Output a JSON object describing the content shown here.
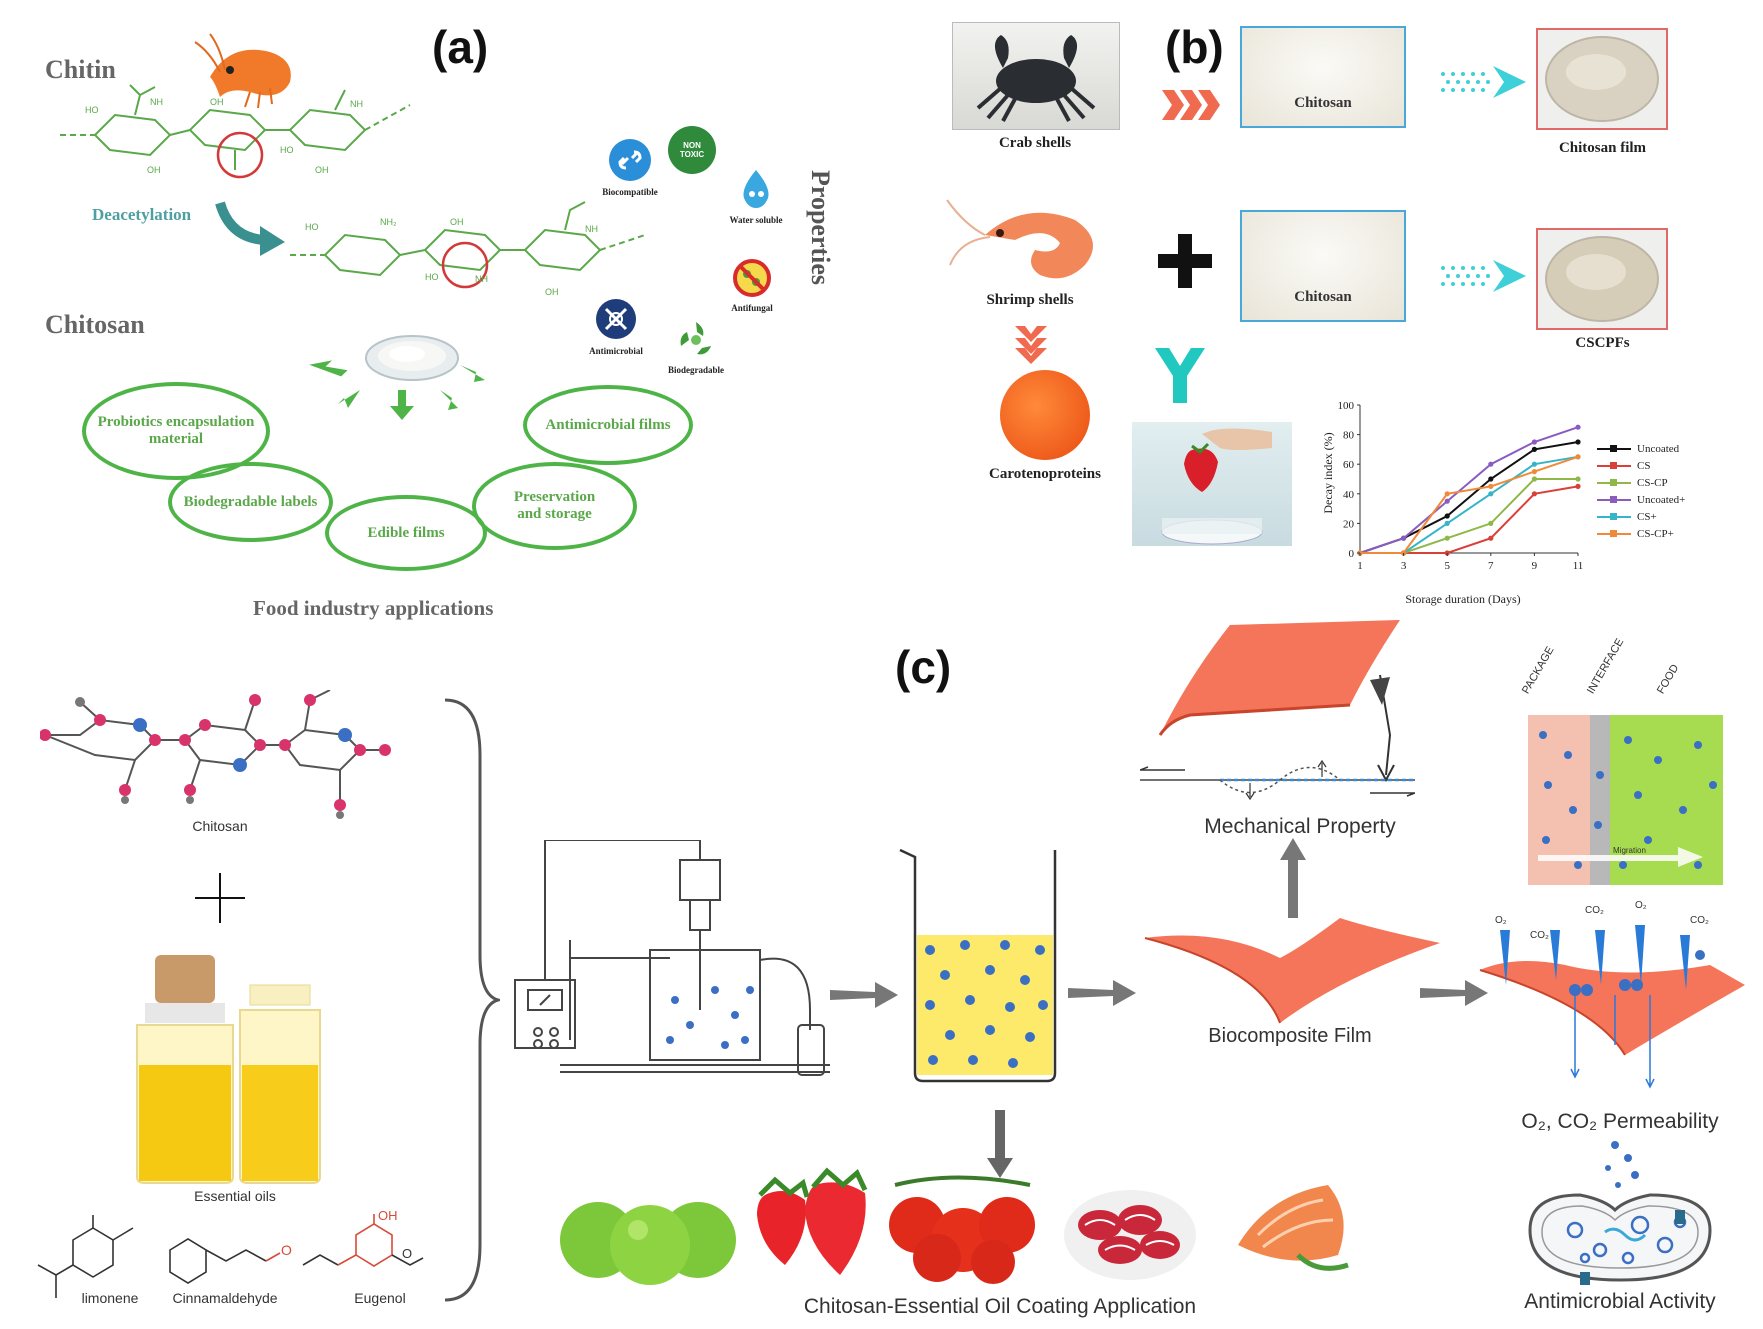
{
  "panels": {
    "a": "(a)",
    "b": "(b)",
    "c": "(c)"
  },
  "panel_a": {
    "chitin_title": "Chitin",
    "chitosan_title": "Chitosan",
    "deacetylation_label": "Deacetylation",
    "properties_title": "Properties",
    "properties": {
      "biocompatible": "Biocompatible",
      "non_toxic": "NON TOXIC",
      "water_soluble": "Water soluble",
      "antifungal": "Antifungal",
      "antimicrobial": "Antimicrobial",
      "biodegradable": "Biodegradable"
    },
    "applications": {
      "probiotics": "Probiotics encapsulation material",
      "antimicrobial_films": "Antimicrobial films",
      "biodegradable_labels": "Biodegradable labels",
      "edible_films": "Edible films",
      "preservation": "Preservation and storage"
    },
    "footer": "Food industry applications"
  },
  "panel_b": {
    "crab_shells": "Crab shells",
    "chitosan_powder_1": "Chitosan",
    "chitosan_film": "Chitosan film",
    "shrimp_shells": "Shrimp shells",
    "chitosan_powder_2": "Chitosan",
    "cscpfs": "CSCPFs",
    "carotenoproteins": "Carotenoproteins"
  },
  "panel_c": {
    "chitosan_label": "Chitosan",
    "essential_oils_label": "Essential oils",
    "compounds": {
      "limonene": "limonene",
      "cinnamaldehyde": "Cinnamaldehyde",
      "eugenol": "Eugenol"
    },
    "mechanical_property": "Mechanical Property",
    "biocomposite_film": "Biocomposite Film",
    "layers": {
      "package": "PACKAGE",
      "interface": "INTERFACE",
      "food": "FOOD",
      "migration": "Migration"
    },
    "permeability": "O₂, CO₂ Permeability",
    "gas_labels": {
      "o2": "O₂",
      "co2": "CO₂"
    },
    "antimicrobial_activity": "Antimicrobial Activity",
    "coating_application": "Chitosan-Essential Oil Coating Application"
  },
  "colors": {
    "green": "#4fb447",
    "teal_arrow": "#3aa0a0",
    "red_chevron": "#f06a4f",
    "film_orange": "#f4755a",
    "bead_blue": "#3a6fc4",
    "liquid_yellow": "#fde96a"
  },
  "chart_data": {
    "type": "line",
    "xlabel": "Storage duration (Days)",
    "ylabel": "Decay index (%)",
    "x": [
      1,
      3,
      5,
      7,
      9,
      11
    ],
    "xticks": [
      "1",
      "3",
      "5",
      "7",
      "9",
      "11"
    ],
    "yticks": [
      "0",
      "20",
      "40",
      "60",
      "80",
      "100"
    ],
    "xlim": [
      1,
      11
    ],
    "ylim": [
      0,
      100
    ],
    "legend_position": "right",
    "series": [
      {
        "name": "Uncoated",
        "color": "#111111",
        "values": [
          0,
          10,
          25,
          50,
          70,
          75
        ]
      },
      {
        "name": "CS",
        "color": "#d9403a",
        "values": [
          0,
          0,
          0,
          10,
          40,
          45
        ]
      },
      {
        "name": "CS-CP",
        "color": "#8fb848",
        "values": [
          0,
          0,
          10,
          20,
          50,
          50
        ]
      },
      {
        "name": "Uncoated+",
        "color": "#8a5cc0",
        "values": [
          0,
          10,
          35,
          60,
          75,
          85
        ]
      },
      {
        "name": "CS+",
        "color": "#36b4c8",
        "values": [
          0,
          0,
          20,
          40,
          60,
          65
        ]
      },
      {
        "name": "CS-CP+",
        "color": "#f08a3a",
        "values": [
          0,
          0,
          40,
          45,
          55,
          65
        ]
      }
    ]
  }
}
